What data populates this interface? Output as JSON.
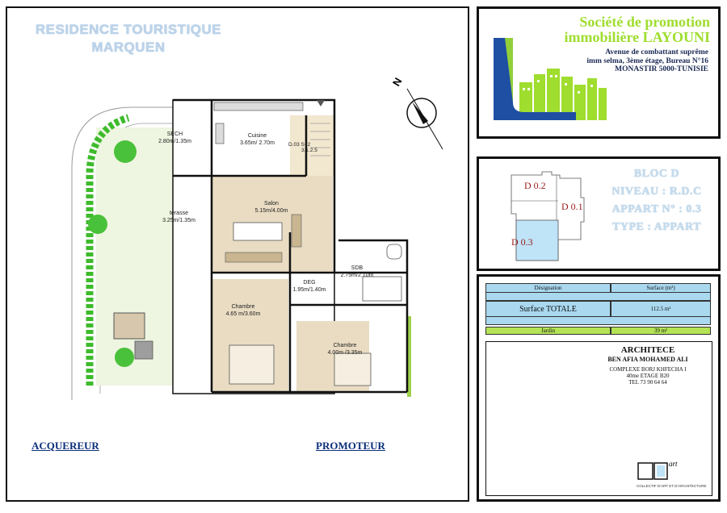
{
  "project": {
    "title_line1": "RESIDENCE TOURISTIQUE",
    "title_line2": "MARQUEN"
  },
  "company": {
    "name_line1": "Société de promotion",
    "name_line2": "immobilière LAYOUNI",
    "address_line1": "Avenue de combattant suprême",
    "address_line2": "imm selma, 3ème étage, Bureau N°16",
    "address_line3": "MONASTIR 5000-TUNISIE",
    "logo_letter": "L"
  },
  "plan": {
    "north_label": "N",
    "rooms": [
      {
        "name": "SECH",
        "dims": "2.80m/1.35m"
      },
      {
        "name": "Cuisine",
        "dims": "3.65m/ 2.70m"
      },
      {
        "name": "Salon",
        "dims": "5.15m/4.00m"
      },
      {
        "name": "terasse",
        "dims": "3.25m/1.35m"
      },
      {
        "name": "SDB",
        "dims": "2.75m/2.10m"
      },
      {
        "name": "DEG",
        "dims": "1.95m/1.40m"
      },
      {
        "name": "Chambre",
        "dims": "4.65 m/3.60m"
      },
      {
        "name": "Chambre",
        "dims": "4.00m /3.35m"
      }
    ],
    "stair_label_1": "D.03",
    "stair_label_2": "S+2",
    "stair_label_3": "3.1.2.5"
  },
  "signatures": {
    "buyer": "ACQUEREUR",
    "promoter": "PROMOTEUR"
  },
  "bloc": {
    "key_units": [
      "D 0.2",
      "D 0.1",
      "D 0.3"
    ],
    "line1": "BLOC D",
    "line2": "NIVEAU : R.D.C",
    "line3": "APPART N° : 0.3",
    "line4": "TYPE : APPART"
  },
  "surface_table": {
    "header_designation": "Désignation",
    "header_surface": "Surface (m²)",
    "total_label": "Surface TOTALE",
    "total_value": "112.5 m²",
    "garden_label": "Jardin",
    "garden_value": "39 m²"
  },
  "architect": {
    "title": "ARCHITECE",
    "name": "BEN AFIA MOHAMED ALI",
    "address1": "COMPLEXE  BORJ KHFECHA I",
    "address2": "40me ETAGE B20",
    "tel": "TEL 73 90 64 64",
    "logo_text": "art",
    "logo_caption": "COLLECTIF D'ART ET D'ARCHITECTURE"
  },
  "colors": {
    "frame": "#111111",
    "title_blue": "#bcd4ea",
    "company_green": "#9fdd2e",
    "logo_blue": "#1f4fa3",
    "table_blue": "#a9d8ef",
    "table_green": "#b4e356",
    "garden_green": "#9fd24a",
    "floor_beige": "#e9dcc3"
  }
}
